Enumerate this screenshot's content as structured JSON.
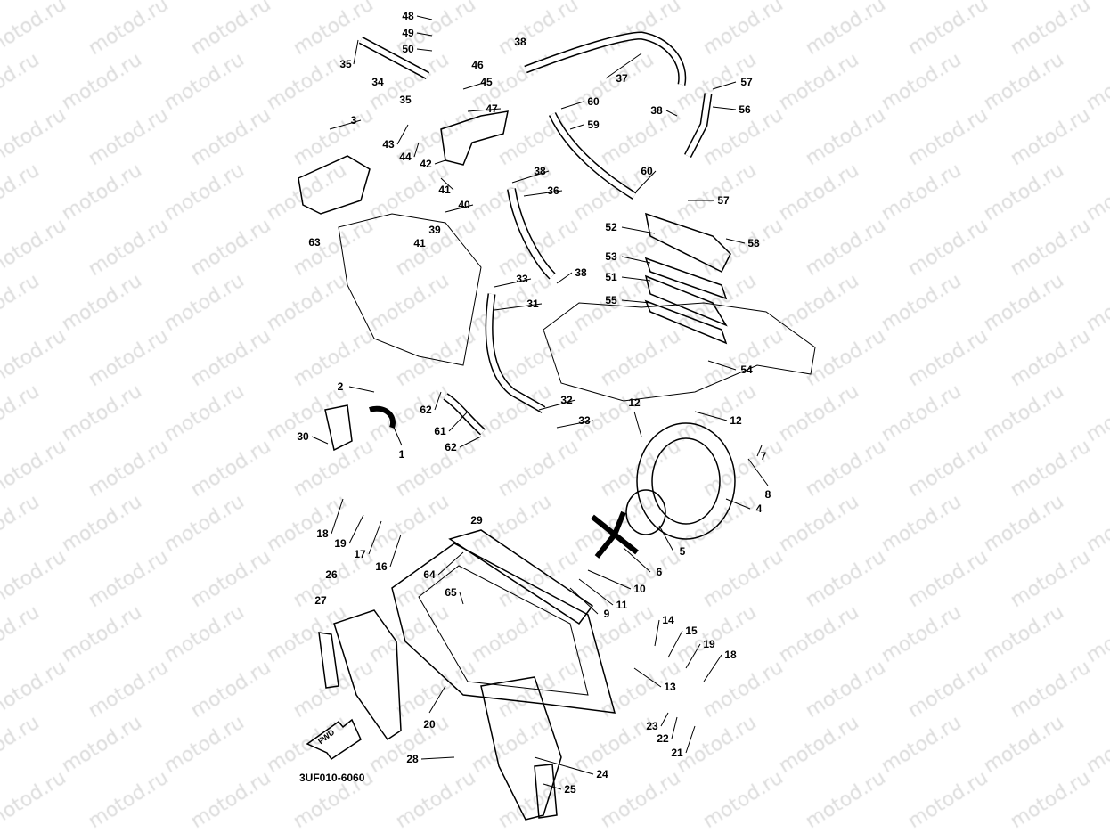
{
  "watermark": "motod.ru",
  "diagram_code": "3UF010-6060",
  "fwd_arrow": "FWD",
  "labels": [
    "48",
    "49",
    "50",
    "35",
    "34",
    "46",
    "45",
    "35",
    "47",
    "38",
    "37",
    "57",
    "56",
    "38",
    "60",
    "59",
    "3",
    "43",
    "44",
    "42",
    "41",
    "40",
    "38",
    "36",
    "60",
    "57",
    "52",
    "58",
    "53",
    "51",
    "55",
    "39",
    "41",
    "63",
    "33",
    "38",
    "31",
    "54",
    "2",
    "62",
    "32",
    "33",
    "12",
    "12",
    "61",
    "62",
    "30",
    "1",
    "7",
    "8",
    "4",
    "29",
    "18",
    "19",
    "17",
    "16",
    "5",
    "6",
    "10",
    "11",
    "9",
    "64",
    "65",
    "26",
    "27",
    "14",
    "15",
    "19",
    "18",
    "13",
    "23",
    "22",
    "21",
    "20",
    "24",
    "25",
    "28"
  ]
}
